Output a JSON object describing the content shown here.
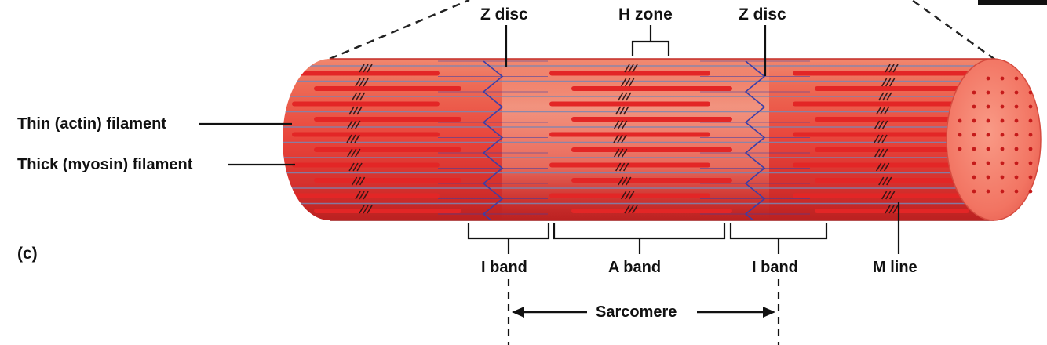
{
  "panel_label": "(c)",
  "labels": {
    "z_disc_left": "Z disc",
    "h_zone": "H zone",
    "z_disc_right": "Z disc",
    "thin_filament": "Thin (actin) filament",
    "thick_filament": "Thick (myosin) filament",
    "i_band_left": "I band",
    "a_band": "A band",
    "i_band_right": "I band",
    "m_line": "M line",
    "sarcomere": "Sarcomere"
  },
  "colors": {
    "fiber_base": "#e8433a",
    "fiber_light": "#f6a58c",
    "fiber_dark": "#b51e1e",
    "thick_filament": "#e32626",
    "thin_filament": "#7a86b4",
    "z_disc_line": "#3b3fa8",
    "cross_section": "#f47a66",
    "dot": "#c51a1a",
    "label_line": "#111111"
  }
}
